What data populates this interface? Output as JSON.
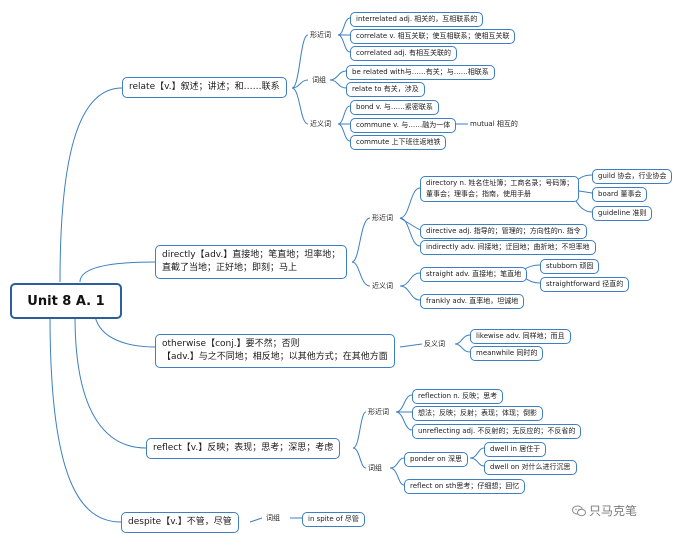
{
  "root": "Unit 8 A. 1",
  "relate": {
    "title": "relate【v.】叙述；讲述；和……联系",
    "cat_derived": "形近词",
    "derived": [
      "interrelated adj. 相关的，互相联系的",
      "correlate v. 相互关联；使互相联系；使相互关联",
      "correlated adj. 有相互关联的"
    ],
    "cat_phrase": "词组",
    "phrases": [
      "be related with与……有关；与……相联系",
      "relate to 有关，涉及"
    ],
    "cat_syn": "近义词",
    "synonyms": [
      "bond v. 与……紧密联系",
      "commune v. 与……融为一体",
      "commute 上下班往返地铁"
    ],
    "commune_extra": "mutual 相互的"
  },
  "directly": {
    "title1": "directly【adv.】直接地；笔直地；坦率地；",
    "title2": "直截了当地；正好地；即刻；马上",
    "cat_derived": "形近词",
    "derived1": [
      "directory n. 姓名住址簿；工商名录；号码簿；",
      "董事会；理事会；指南，使用手册"
    ],
    "derived1_children": [
      "guild 协会，行业协会",
      "board 董事会",
      "guideline 准则"
    ],
    "derived2": "directive adj. 指导的；管理的；方向性的n. 指令",
    "derived3": "indirectly adv. 间接地；迂回地；曲折地；不坦率地",
    "cat_syn": "近义词",
    "syn1": "straight adv. 直接地；笔直地",
    "syn1_children": [
      "stubborn 顽固",
      "straightforward 径直的"
    ],
    "syn2": "frankly adv. 直率地，坦诚地"
  },
  "otherwise": {
    "title1": "otherwise【conj.】要不然；否则",
    "title2": "【adv.】与之不同地；相反地；以其他方式；在其他方面",
    "cat": "反义词",
    "items": [
      "likewise adv. 同样地；而且",
      "meanwhile 同时的"
    ]
  },
  "reflect": {
    "title": "reflect【v.】反映；表现；思考；深思；考虑",
    "cat_derived": "形近词",
    "derived": [
      "reflection n. 反映；思考",
      "想法；反映；反射；表现；体现；倒影",
      "unreflecting adj. 不反射的；无反应的；不反省的"
    ],
    "cat_phrase": "词组",
    "ponder": "ponder on 深思",
    "ponder_children": [
      "dwell in 居住于",
      "dwell on 对什么进行沉思"
    ],
    "reflect_on": "reflect on sth思考；仔细想；回忆"
  },
  "despite": {
    "title": "despite【v.】不管，尽管",
    "cat": "词组",
    "item": "in spite of 尽管"
  },
  "watermark": "只马克笔",
  "colors": {
    "line": "#3d7fc1",
    "root_border": "#2a5f99"
  }
}
